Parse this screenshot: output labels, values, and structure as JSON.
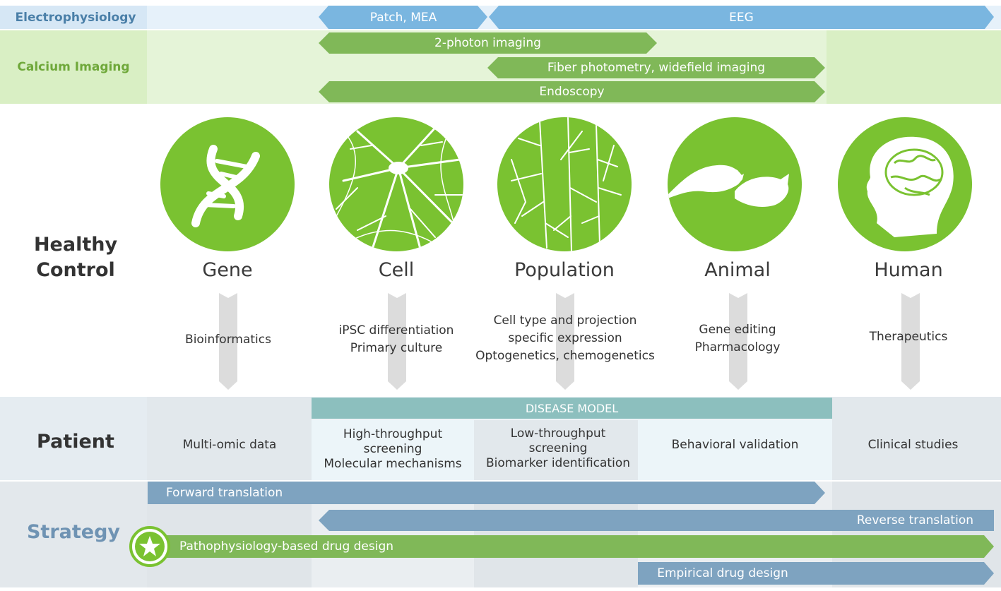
{
  "rows": {
    "electrophysiology": "Electrophysiology",
    "calcium_imaging": "Calcium Imaging",
    "healthy_control": [
      "Healthy",
      "Control"
    ],
    "patient": "Patient",
    "strategy": "Strategy"
  },
  "electro_arrows": {
    "patch_mea": "Patch, MEA",
    "eeg": "EEG"
  },
  "calcium_arrows": {
    "two_photon": "2-photon imaging",
    "fiber": "Fiber photometry, widefield imaging",
    "endoscopy": "Endoscopy"
  },
  "levels": [
    {
      "name": "Gene",
      "icon": "dna-icon",
      "methods": [
        "Bioinformatics"
      ]
    },
    {
      "name": "Cell",
      "icon": "neuron-icon",
      "methods": [
        "iPSC differentiation",
        "Primary culture"
      ]
    },
    {
      "name": "Population",
      "icon": "neuron-population-icon",
      "methods": [
        "Cell type and projection",
        "specific expression",
        "Optogenetics, chemogenetics"
      ]
    },
    {
      "name": "Animal",
      "icon": "mice-icon",
      "methods": [
        "Gene editing",
        "Pharmacology"
      ]
    },
    {
      "name": "Human",
      "icon": "brain-head-icon",
      "methods": [
        "Therapeutics"
      ]
    }
  ],
  "patient": {
    "disease_model": "DISEASE MODEL",
    "cells": [
      [
        "Multi-omic data"
      ],
      [
        "High-throughput",
        "screening",
        "Molecular mechanisms"
      ],
      [
        "Low-throughput",
        "screening",
        "Biomarker identification"
      ],
      [
        "Behavioral validation"
      ],
      [
        "Clinical studies"
      ]
    ]
  },
  "strategy": {
    "forward": "Forward translation",
    "reverse": "Reverse translation",
    "patho": "Pathophysiology-based drug design",
    "empirical": "Empirical drug design",
    "badge_icon": "star-icon"
  },
  "colors": {
    "electro_blue": "#7ab6e0",
    "green": "#7ac231",
    "arrow_green": "#80b858",
    "teal": "#8cbfbe",
    "strategy_blue": "#7ea3c0"
  }
}
